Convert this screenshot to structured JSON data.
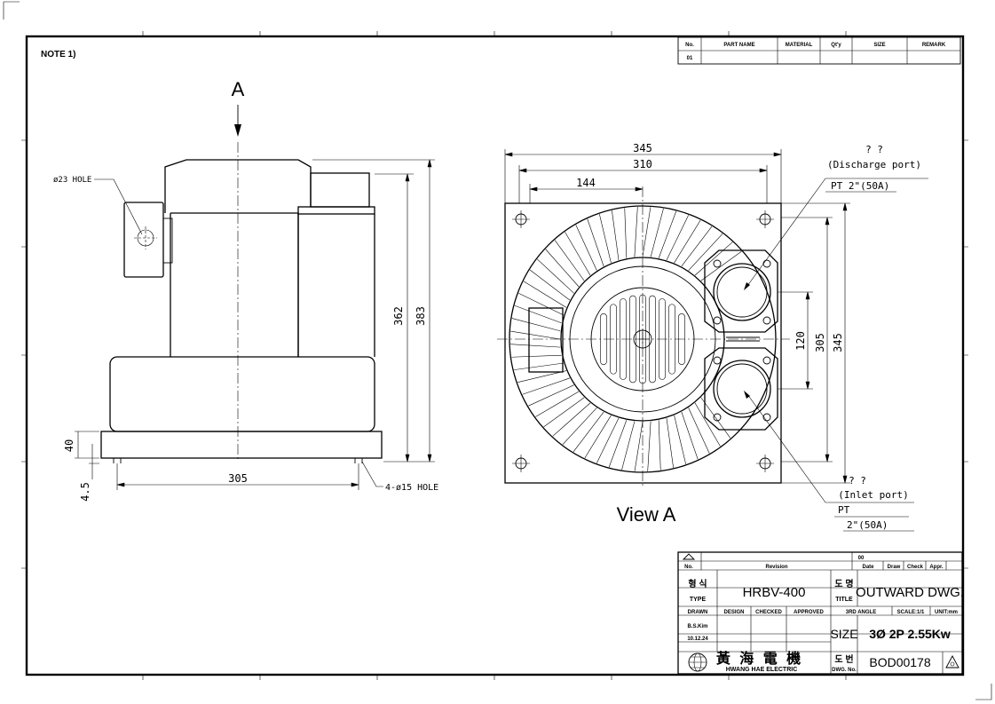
{
  "note": "NOTE 1)",
  "parts_table": {
    "headers": [
      "No.",
      "PART NAME",
      "MATERIAL",
      "Qt'y",
      "SIZE",
      "REMARK"
    ],
    "rows": [
      [
        "01",
        "",
        "",
        "",
        "",
        ""
      ]
    ]
  },
  "side_view": {
    "section_mark": "A",
    "hole_label": "ø23 HOLE",
    "base_hole_label": "4-ø15 HOLE",
    "dims": {
      "height_total": "383",
      "height_body": "362",
      "base_height": "40",
      "base_offset": "4.5",
      "foot_span": "305"
    }
  },
  "view_a": {
    "caption": "View A",
    "dims": {
      "width_total": "345",
      "width_inner": "310",
      "offset": "144",
      "height_total": "345",
      "height_inner": "305",
      "port_pitch": "120"
    },
    "discharge": {
      "mark": "? ?",
      "name": "(Discharge port)",
      "spec": "PT 2\"(50A)"
    },
    "inlet": {
      "mark": "? ?",
      "name": "(Inlet port)",
      "spec_line1": "PT",
      "spec_line2": "2\"(50A)"
    }
  },
  "title_block": {
    "triangle_no": "",
    "rev_no": "00",
    "rev_headers": [
      "No.",
      "Revision",
      "Date",
      "Draw",
      "Check",
      "Appr."
    ],
    "type_label_kr": "형 식",
    "type_label_en": "TYPE",
    "type_value": "HRBV-400",
    "title_label_kr": "도 명",
    "title_label_en": "TITLE",
    "title_value": "OUTWARD DWG.",
    "sign_headers": [
      "DRAWN",
      "DESIGN",
      "CHECKED",
      "APPROVED"
    ],
    "angle": "3RD ANGLE",
    "scale": "SCALE:1/1",
    "unit": "UNIT:mm",
    "drawn_by": "B.S.Kim",
    "drawn_date": "10.12.24",
    "size_label": "SIZE",
    "size_value": "3Ø 2P 2.55Kw",
    "company_cjk": "黃 海 電 機",
    "company_en": "HWANG HAE ELECTRIC",
    "dwg_label_kr": "도 번",
    "dwg_label_en": "DWG. No.",
    "dwg_no": "BOD00178"
  }
}
